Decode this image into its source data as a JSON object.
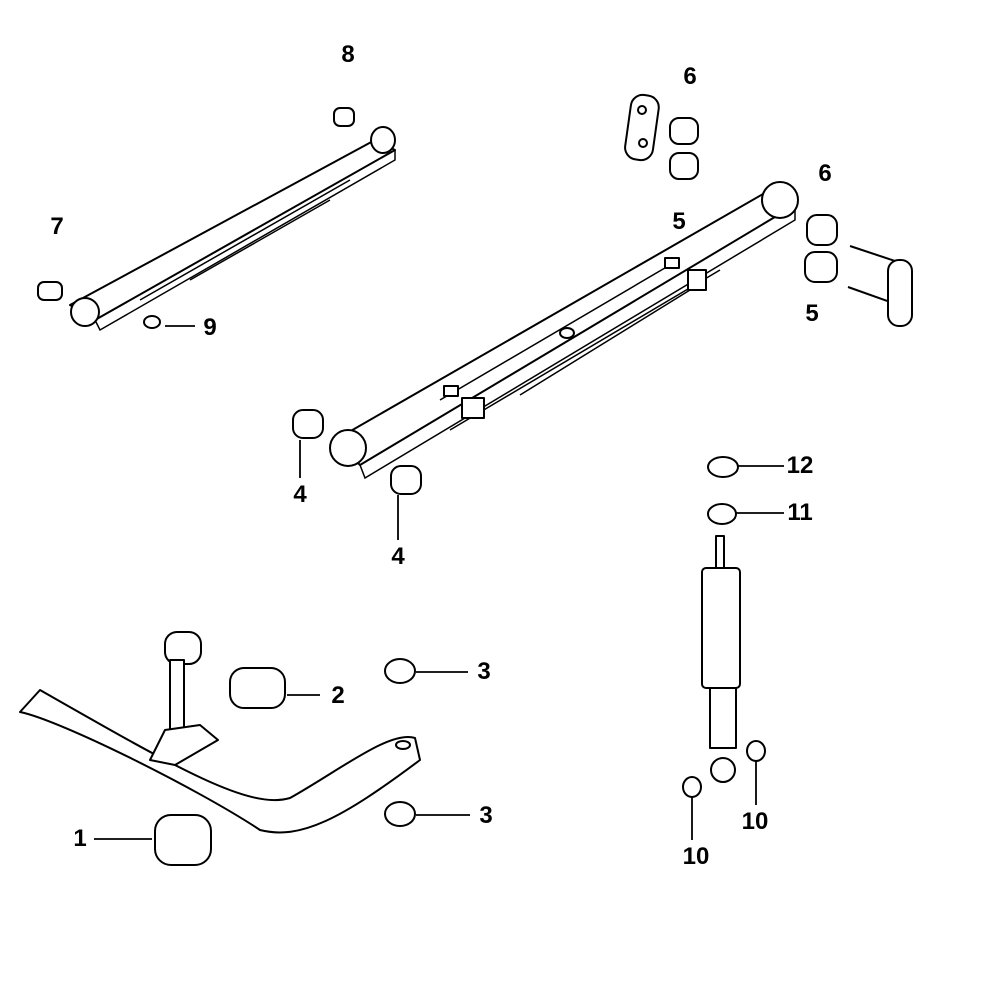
{
  "diagram": {
    "title": "Rear suspension parts",
    "callouts": [
      {
        "id": "c8a",
        "label": "8"
      },
      {
        "id": "c7",
        "label": "7"
      },
      {
        "id": "c9",
        "label": "9"
      },
      {
        "id": "c6a",
        "label": "6"
      },
      {
        "id": "c5a",
        "label": "5"
      },
      {
        "id": "c6b",
        "label": "6"
      },
      {
        "id": "c5b",
        "label": "5"
      },
      {
        "id": "c4a",
        "label": "4"
      },
      {
        "id": "c4b",
        "label": "4"
      },
      {
        "id": "c12",
        "label": "12"
      },
      {
        "id": "c11",
        "label": "11"
      },
      {
        "id": "c3a",
        "label": "3"
      },
      {
        "id": "c2",
        "label": "2"
      },
      {
        "id": "c3b",
        "label": "3"
      },
      {
        "id": "c1",
        "label": "1"
      },
      {
        "id": "c10a",
        "label": "10"
      },
      {
        "id": "c10b",
        "label": "10"
      }
    ]
  }
}
